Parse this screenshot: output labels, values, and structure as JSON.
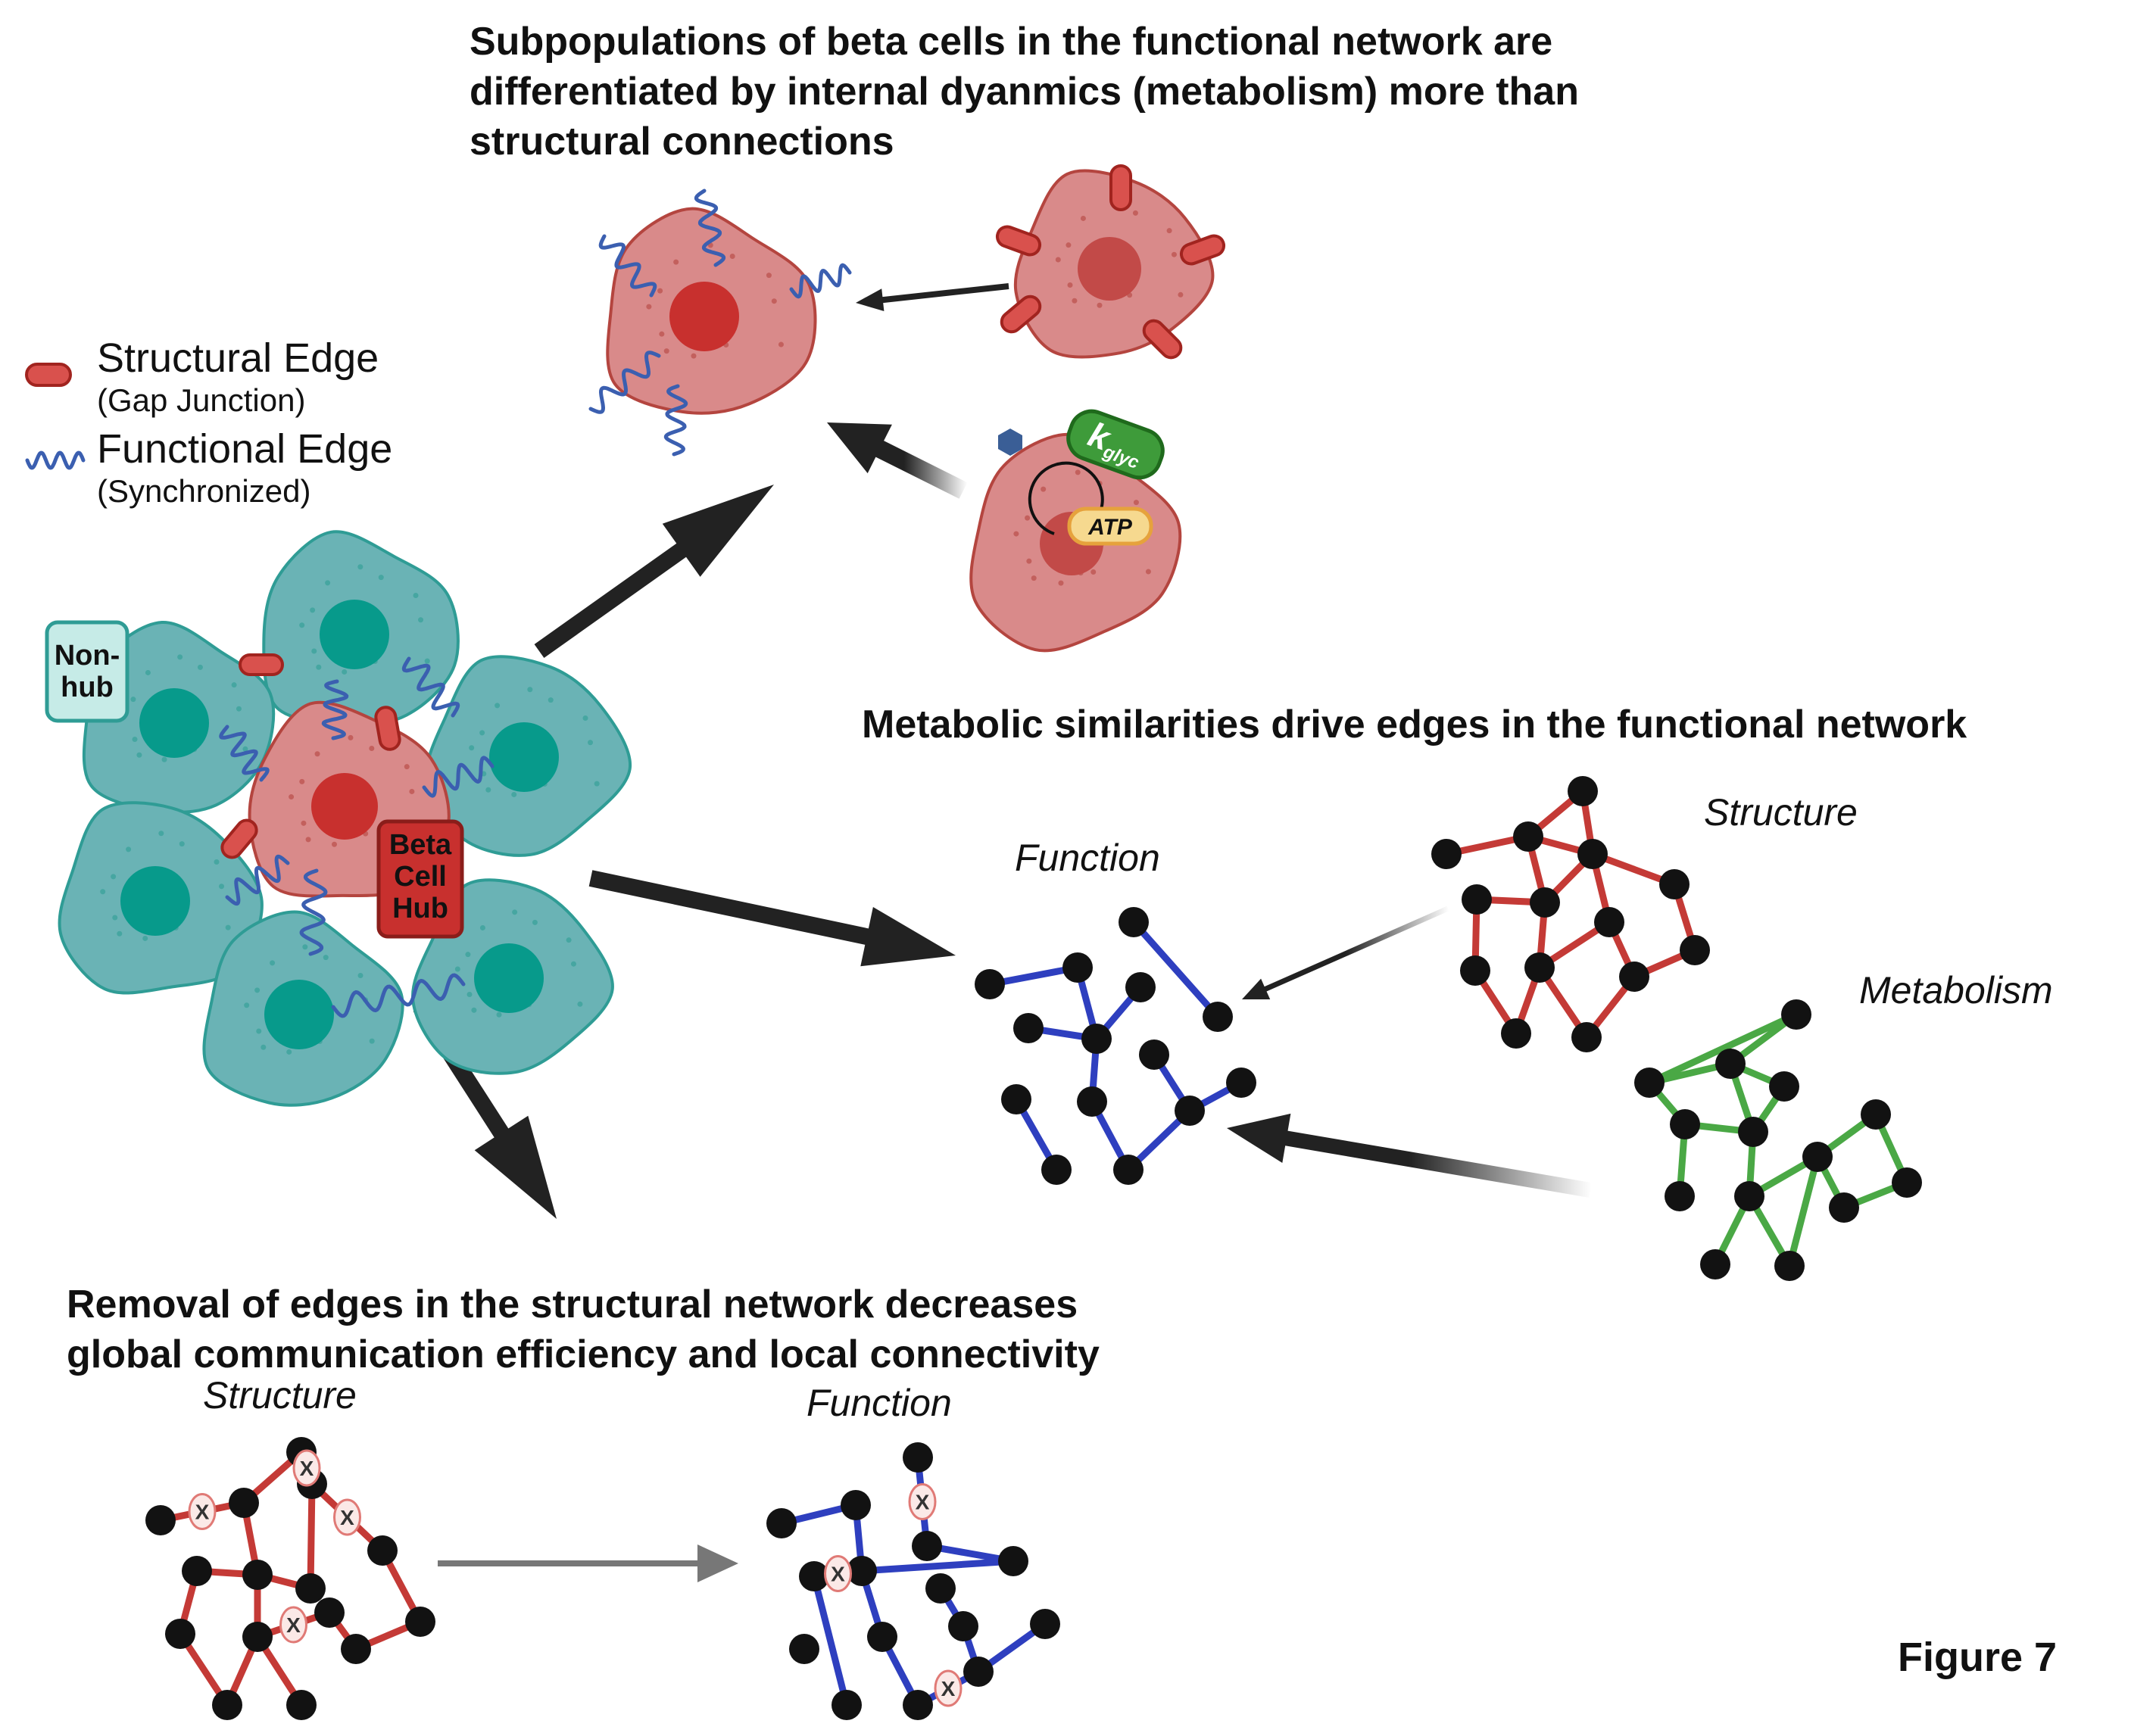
{
  "figure_label": "Figure 7",
  "headings": {
    "subpopulations": "Subpopulations of beta cells in the functional network are\ndifferentiated by internal dyanmics (metabolism) more than\nstructural connections",
    "metabolic": "Metabolic similarities drive edges in the functional network",
    "removal": "Removal of edges in the structural network decreases\nglobal communication efficiency and local connectivity"
  },
  "legend": {
    "structural_title": "Structural Edge",
    "structural_sub": "(Gap Junction)",
    "functional_title": "Functional Edge",
    "functional_sub": "(Synchronized)"
  },
  "cell_labels": {
    "non_hub": "Non-\nhub",
    "hub": "Beta\nCell\nHub"
  },
  "metabolism_labels": {
    "enzyme": "k",
    "enzyme_sub": "glyc",
    "atp": "ATP"
  },
  "network_labels": {
    "function": "Function",
    "structure": "Structure",
    "metabolism": "Metabolism",
    "removal_structure": "Structure",
    "removal_function": "Function",
    "removed_edge_mark": "X"
  },
  "colors": {
    "hub_cell": "#d98a8a",
    "hub_nucleus": "#c8302e",
    "non_hub_cell": "#6ab3b5",
    "non_hub_nucleus": "#079a8b",
    "structural_edge": "#c43a36",
    "functional_edge": "#2e3fbf",
    "functional_wave": "#3b5fb0",
    "metabolism_edge": "#4aa845",
    "node": "#121212",
    "enzyme_box": "#3e9b3a",
    "atp_box": "#f6d98f",
    "grey_arrow": "#777777"
  }
}
